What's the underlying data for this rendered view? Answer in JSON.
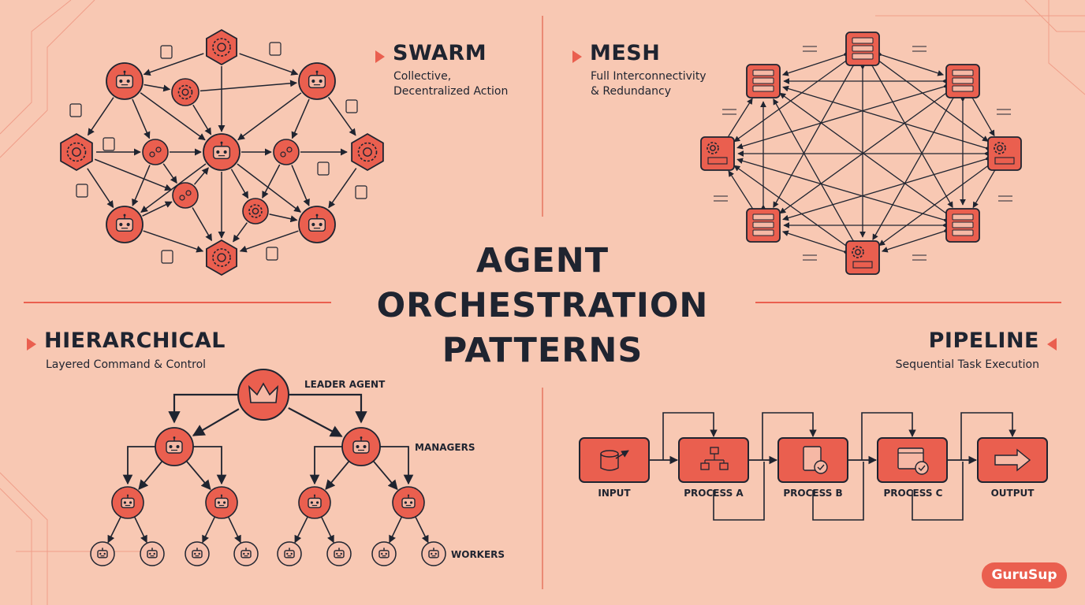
{
  "title_lines": [
    "AGENT",
    "ORCHESTRATION",
    "PATTERNS"
  ],
  "swarm": {
    "title": "SWARM",
    "subtitle_lines": [
      "Collective,",
      "Decentralized Action"
    ]
  },
  "mesh": {
    "title": "MESH",
    "subtitle_lines": [
      "Full Interconnectivity",
      "& Redundancy"
    ]
  },
  "hierarchical": {
    "title": "HIERARCHICAL",
    "subtitle": "Layered Command & Control",
    "leader_label": "LEADER AGENT",
    "managers_label": "MANAGERS",
    "workers_label": "WORKERS"
  },
  "pipeline": {
    "title": "PIPELINE",
    "subtitle": "Sequential Task Execution",
    "stages": [
      "INPUT",
      "PROCESS A",
      "PROCESS B",
      "PROCESS C",
      "OUTPUT"
    ]
  },
  "brand": "GuruSup",
  "colors": {
    "background": "#f8c8b3",
    "accent": "#ea5f4f",
    "ink": "#1f2430"
  },
  "icons": {
    "swarm_nodes": [
      "robot-icon",
      "gear-icon",
      "molecule-icon"
    ],
    "mesh_nodes": [
      "server-icon",
      "gear-network-icon"
    ],
    "hierarchy": [
      "crown-icon",
      "robot-icon"
    ],
    "pipeline": [
      "database-arrow-icon",
      "flowchart-icon",
      "document-check-icon",
      "window-check-icon",
      "arrow-right-icon"
    ]
  }
}
